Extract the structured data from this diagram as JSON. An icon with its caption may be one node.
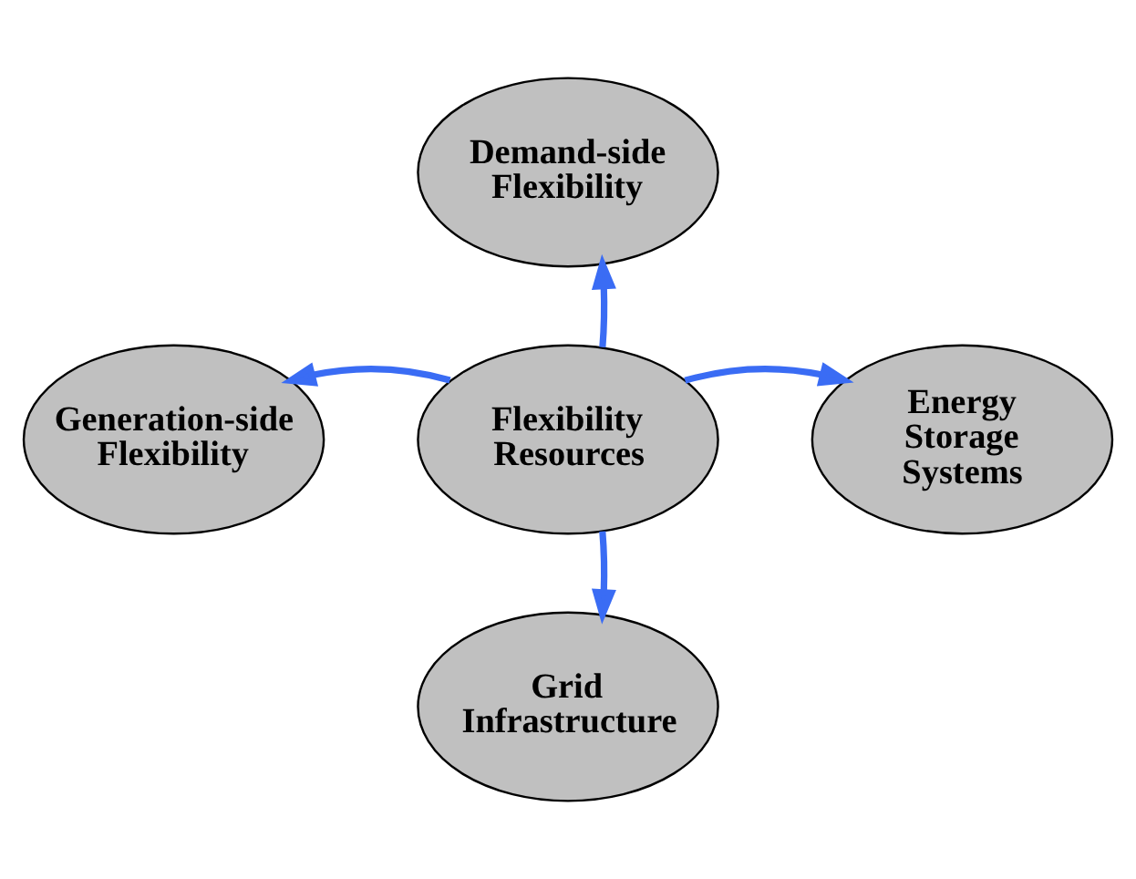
{
  "diagram": {
    "nodes": [
      {
        "text": [
          "Demand-side Flexibility"
        ]
      },
      {
        "text": [
          "Generation-side Flexibility"
        ]
      },
      {
        "text": [
          "Flexibility Resources"
        ]
      },
      {
        "text": [
          "Energy Storage Systems"
        ]
      },
      {
        "text": [
          "Grid Infrastructure"
        ]
      }
    ],
    "edges": [
      {
        "from": 2,
        "to": 0,
        "arrow": "to",
        "color": "#3a6cf4"
      },
      {
        "from": 2,
        "to": 1,
        "arrow": "to",
        "color": "#3a6cf4"
      },
      {
        "from": 2,
        "to": 3,
        "arrow": "to",
        "color": "#3a6cf4"
      },
      {
        "from": 2,
        "to": 4,
        "arrow": "to",
        "color": "#3a6cf4"
      }
    ]
  }
}
